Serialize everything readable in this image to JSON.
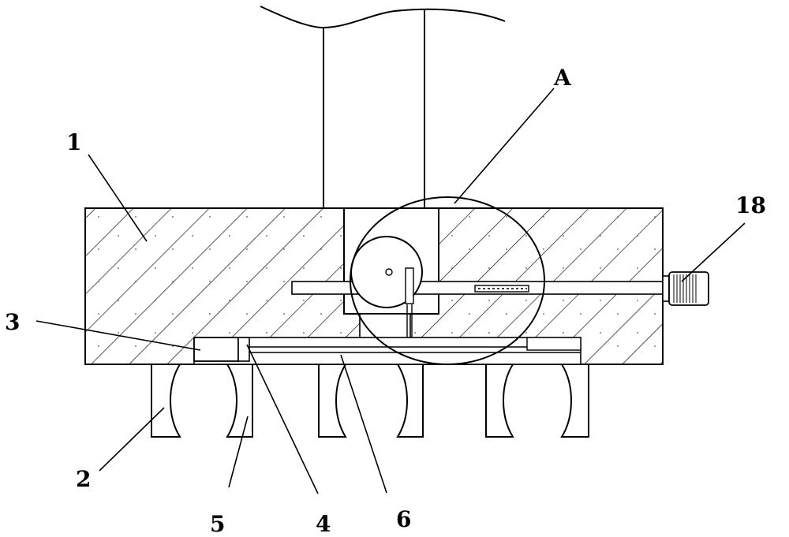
{
  "labels": {
    "part_1": "1",
    "part_2": "2",
    "part_3": "3",
    "part_4": "4",
    "part_5": "5",
    "part_6": "6",
    "part_18": "18",
    "detail_a": "A"
  }
}
